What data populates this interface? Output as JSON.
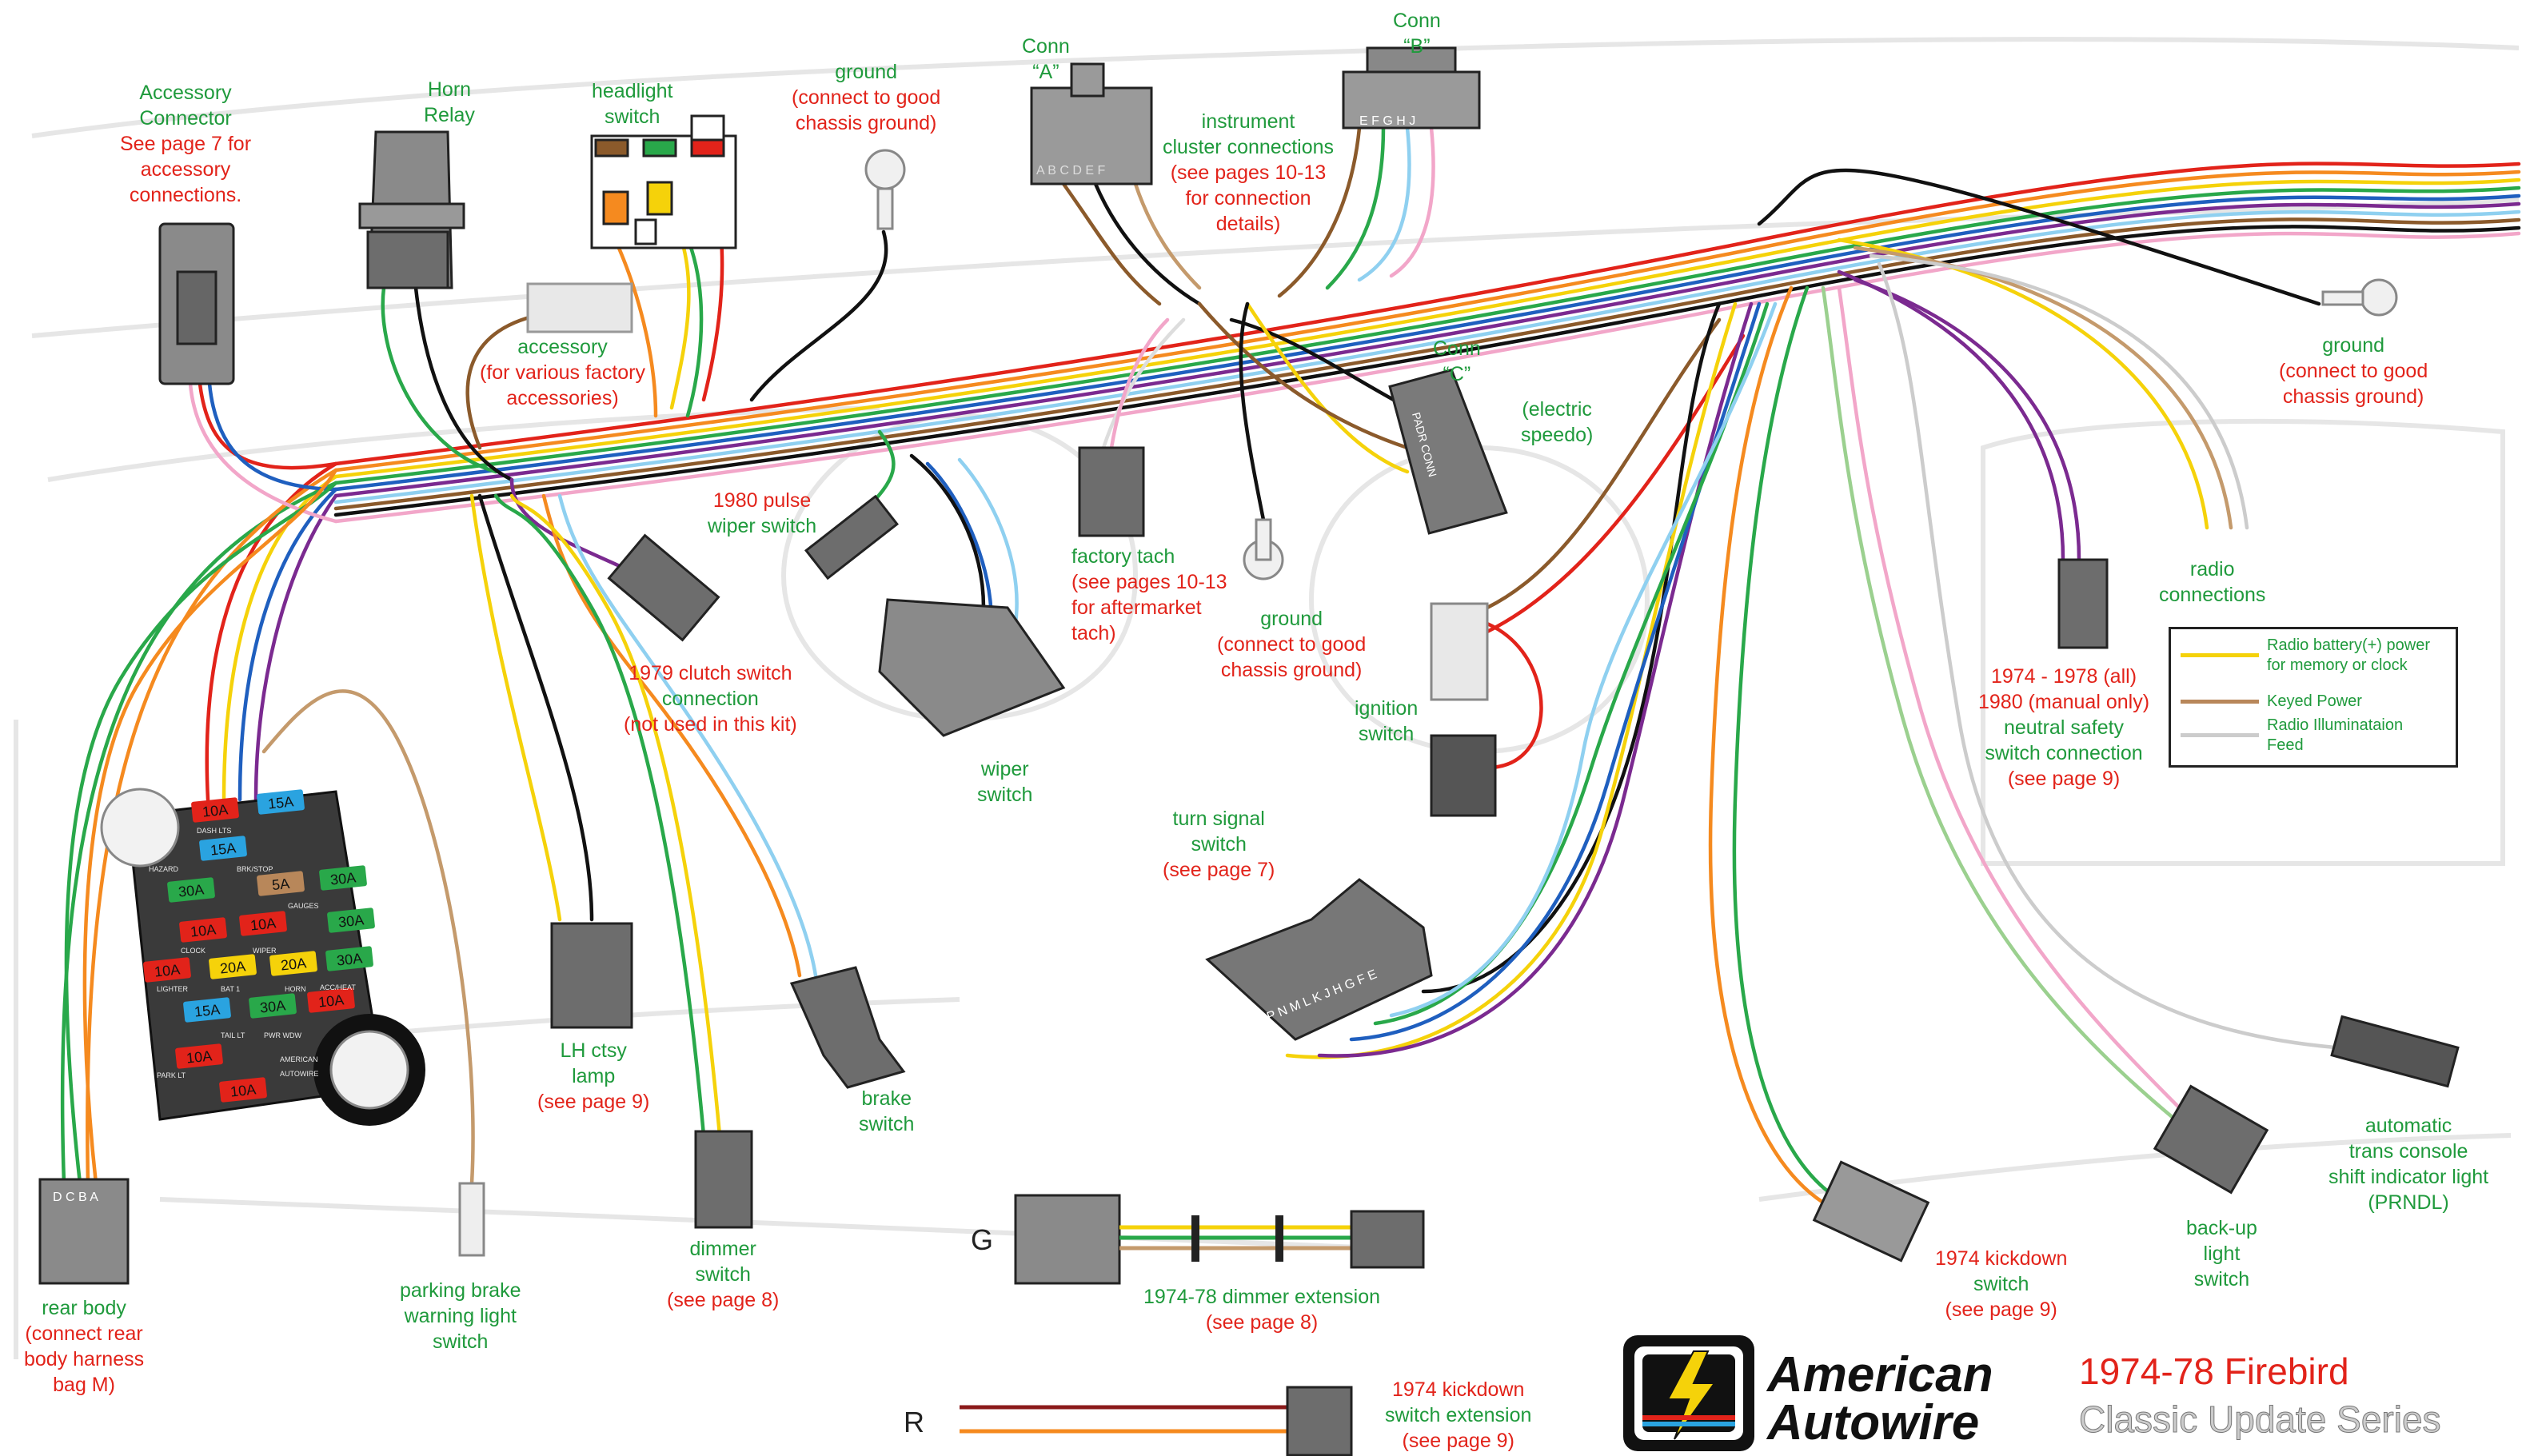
{
  "labels": {
    "accessory_connector": {
      "green": [
        "Accessory",
        "Connector"
      ],
      "red": [
        "See page 7 for",
        "accessory",
        "connections."
      ]
    },
    "horn_relay": {
      "green": [
        "Horn",
        "Relay"
      ]
    },
    "headlight_switch": {
      "green": [
        "headlight",
        "switch"
      ]
    },
    "ground_top": {
      "green": [
        "ground"
      ],
      "red": [
        "(connect to good",
        "chassis ground)"
      ]
    },
    "conn_a": {
      "green": [
        "Conn",
        "“A”"
      ]
    },
    "conn_b": {
      "green": [
        "Conn",
        "“B”"
      ]
    },
    "instrument_cluster": {
      "green": [
        "instrument",
        "cluster connections"
      ],
      "red": [
        "(see pages 10-13",
        "for connection",
        "details)"
      ]
    },
    "accessory": {
      "green": [
        "accessory",
        "(for various factory",
        "accessories)"
      ]
    },
    "conn_c": {
      "green": [
        "Conn",
        "“C”"
      ]
    },
    "electric_speedo": {
      "green": [
        "(electric",
        "speedo)"
      ]
    },
    "ground_right": {
      "green": [
        "ground"
      ],
      "red": [
        "(connect to good",
        "chassis ground)"
      ]
    },
    "pulse_wiper": {
      "red": [
        "1980 pulse"
      ],
      "green": [
        "wiper switch"
      ]
    },
    "factory_tach": {
      "green": [
        "factory tach"
      ],
      "red": [
        "(see pages 10-13",
        "for aftermarket",
        "tach)"
      ]
    },
    "ground_mid": {
      "green": [
        "ground"
      ],
      "red": [
        "(connect to good",
        "chassis ground)"
      ]
    },
    "radio_connections": {
      "green": [
        "radio",
        "connections"
      ]
    },
    "clutch_switch": {
      "red": [
        "1979 clutch switch"
      ],
      "green": [
        "connection"
      ],
      "red2": [
        "(not used in this kit)"
      ]
    },
    "wiper_switch": {
      "green": [
        "wiper",
        "switch"
      ]
    },
    "ignition_switch": {
      "green": [
        "ignition",
        "switch"
      ]
    },
    "neutral_safety": {
      "red": [
        "1974 - 1978 (all)",
        "1980 (manual only)"
      ],
      "green": [
        "neutral safety",
        "switch connection"
      ],
      "red2": [
        "(see page 9)"
      ]
    },
    "turn_signal": {
      "green": [
        "turn signal",
        "switch"
      ],
      "red": [
        "(see page 7)"
      ]
    },
    "lh_ctsy": {
      "green": [
        "LH ctsy",
        "lamp"
      ],
      "red": [
        "(see page 9)"
      ]
    },
    "brake_switch": {
      "green": [
        "brake",
        "switch"
      ]
    },
    "automatic_trans": {
      "green": [
        "automatic",
        "trans console",
        "shift indicator light",
        "(PRNDL)"
      ]
    },
    "backup_light": {
      "green": [
        "back-up",
        "light",
        "switch"
      ]
    },
    "kickdown_switch": {
      "red": [
        "1974 kickdown"
      ],
      "green": [
        "switch"
      ],
      "red2": [
        "(see page 9)"
      ]
    },
    "rear_body": {
      "green": [
        "rear body"
      ],
      "red": [
        "(connect rear",
        "body harness",
        "bag M)"
      ]
    },
    "parking_brake": {
      "green": [
        "parking brake",
        "warning light",
        "switch"
      ]
    },
    "dimmer_switch": {
      "green": [
        "dimmer",
        "switch"
      ],
      "red": [
        "(see page 8)"
      ]
    },
    "dimmer_extension": {
      "green": [
        "1974-78 dimmer extension"
      ],
      "red": [
        "(see page 8)"
      ]
    },
    "kickdown_extension": {
      "red": [
        "1974 kickdown"
      ],
      "green": [
        "switch extension"
      ],
      "red2": [
        "(see page 9)"
      ]
    }
  },
  "legend": {
    "items": [
      {
        "label": "Radio battery(+) power for memory or clock",
        "lines": [
          "Radio battery(+) power",
          "for memory or clock"
        ],
        "color": "#f5d20a"
      },
      {
        "label": "Keyed Power",
        "lines": [
          "Keyed Power"
        ],
        "color": "#b8875a"
      },
      {
        "label": "Radio Illuminataion Feed",
        "lines": [
          "Radio Illuminataion",
          "Feed"
        ],
        "color": "#cccccc"
      }
    ]
  },
  "fuses": [
    {
      "amp": "10A",
      "color": "#e2231a"
    },
    {
      "amp": "15A",
      "color": "#2aa3e0"
    },
    {
      "amp": "15A",
      "color": "#2aa3e0"
    },
    {
      "amp": "30A",
      "color": "#29a84a"
    },
    {
      "amp": "5A",
      "color": "#b8875a"
    },
    {
      "amp": "30A",
      "color": "#29a84a"
    },
    {
      "amp": "10A",
      "color": "#e2231a"
    },
    {
      "amp": "10A",
      "color": "#e2231a"
    },
    {
      "amp": "30A",
      "color": "#29a84a"
    },
    {
      "amp": "10A",
      "color": "#e2231a"
    },
    {
      "amp": "20A",
      "color": "#f5d20a"
    },
    {
      "amp": "20A",
      "color": "#f5d20a"
    },
    {
      "amp": "30A",
      "color": "#29a84a"
    },
    {
      "amp": "15A",
      "color": "#2aa3e0"
    },
    {
      "amp": "30A",
      "color": "#29a84a"
    },
    {
      "amp": "10A",
      "color": "#e2231a"
    },
    {
      "amp": "10A",
      "color": "#e2231a"
    },
    {
      "amp": "10A",
      "color": "#e2231a"
    }
  ],
  "fuse_labels": [
    "DASH LTS",
    "HAZARD",
    "BRK/STOP",
    "GAUGES",
    "CLOCK",
    "WIPER",
    "LIGHTER",
    "BAT 1",
    "HORN",
    "ACC/HEAT",
    "TAIL LT",
    "PWR WDW",
    "PARK LT",
    "AMERICAN",
    "AUTOWIRE"
  ],
  "connector_letters": {
    "conn_a": "A B C D E F",
    "conn_b": "E F G H J",
    "conn_c": "PADR CONN",
    "turn_signal": "P N M L K J H G F E",
    "rear_body": "D C B A"
  },
  "extension_letters": {
    "g": "G",
    "r": "R"
  },
  "brand": {
    "name_line1": "American",
    "name_line2": "Autowire",
    "model": "1974-78 Firebird",
    "series": "Classic Update Series"
  },
  "colors": {
    "green_text": "#1f9a3c",
    "red_text": "#e2231a",
    "wire_red": "#e2231a",
    "wire_orange": "#f58a1f",
    "wire_yellow": "#f5d20a",
    "wire_green": "#29a84a",
    "wire_light_green": "#9bd08f",
    "wire_blue": "#1f5fbf",
    "wire_light_blue": "#8fd0f0",
    "wire_purple": "#7b2a90",
    "wire_brown": "#8b5a2b",
    "wire_tan": "#c49a6c",
    "wire_black": "#111111",
    "wire_white": "#dddddd",
    "wire_pink": "#f2a6c9",
    "wire_gray": "#bbbbbb",
    "connector_gray": "#8a8a8a"
  }
}
